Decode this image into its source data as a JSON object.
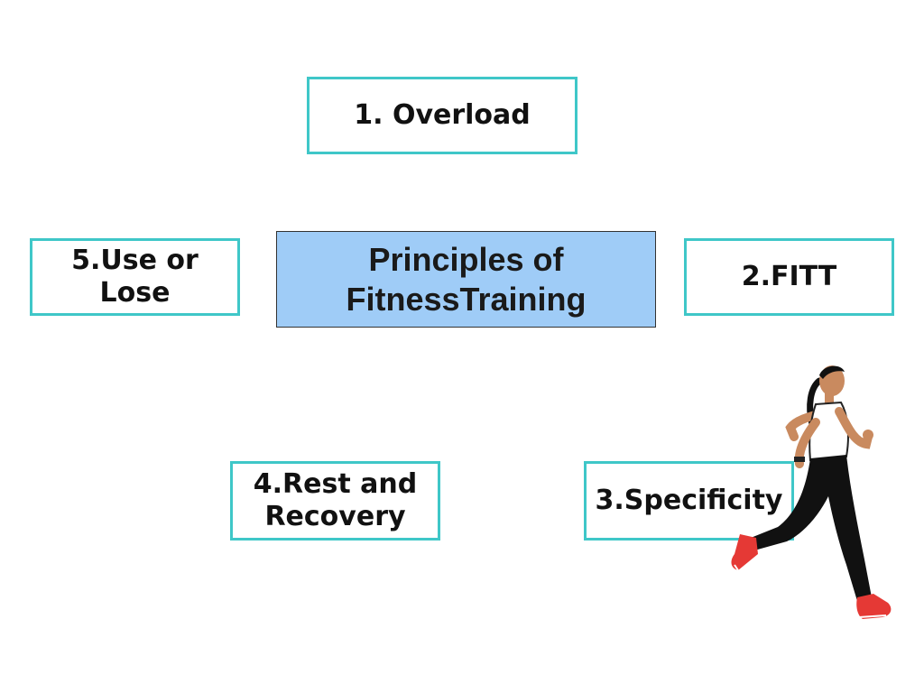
{
  "diagram": {
    "center": {
      "line1": "Principles of",
      "line2": "FitnessTraining"
    },
    "nodes": {
      "overload": "1. Overload",
      "fitt": "2.FITT",
      "specificity": "3.Specificity",
      "rest_line1": "4.Rest and",
      "rest_line2": "Recovery",
      "use_line1": "5.Use or",
      "use_line2": "Lose"
    }
  },
  "colors": {
    "box_border": "#3fc7c8",
    "center_fill": "#9fccf7",
    "text": "#111111"
  },
  "illustration": "running-woman"
}
